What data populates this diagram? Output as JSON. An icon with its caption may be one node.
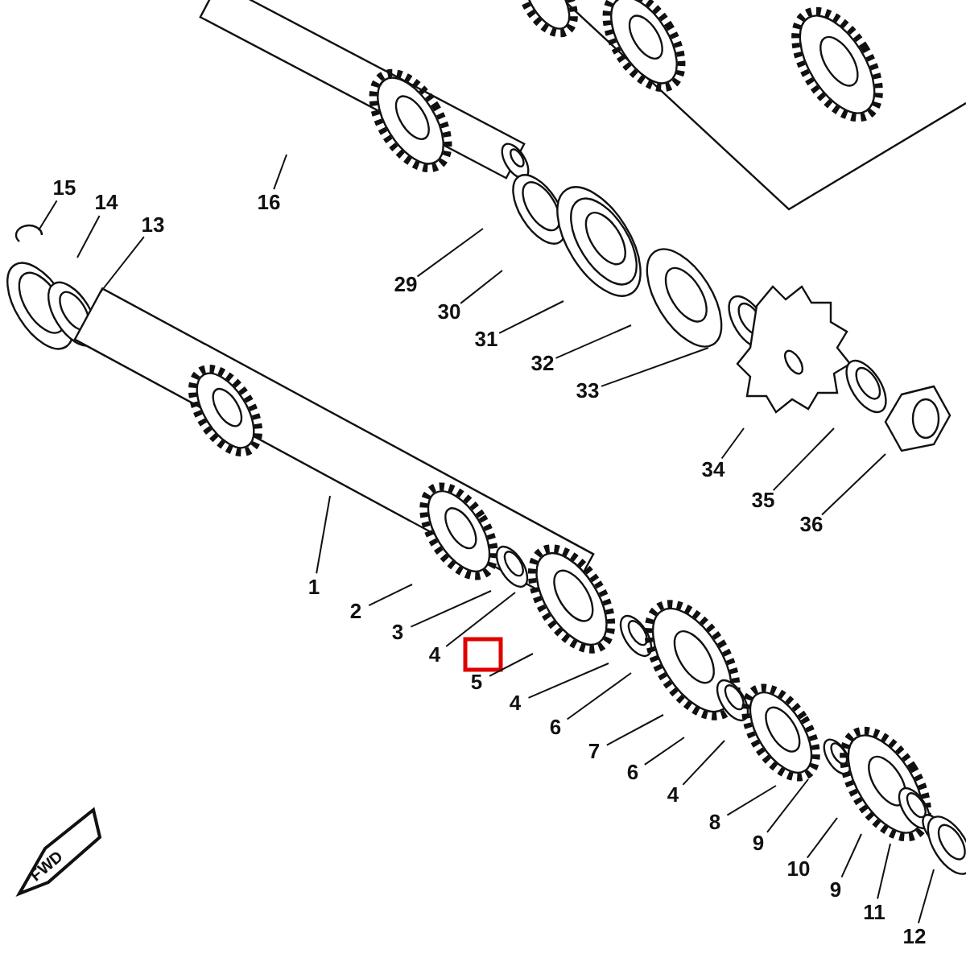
{
  "diagram": {
    "nodes": [
      {
        "text": [
          "15"
        ]
      },
      {
        "text": [
          "14"
        ]
      },
      {
        "text": [
          "13"
        ]
      },
      {
        "text": [
          "16"
        ]
      },
      {
        "text": [
          "29"
        ]
      },
      {
        "text": [
          "30"
        ]
      },
      {
        "text": [
          "31"
        ]
      },
      {
        "text": [
          "32"
        ]
      },
      {
        "text": [
          "33"
        ]
      },
      {
        "text": [
          "34"
        ]
      },
      {
        "text": [
          "35"
        ]
      },
      {
        "text": [
          "36"
        ]
      },
      {
        "text": [
          "1"
        ]
      },
      {
        "text": [
          "2"
        ]
      },
      {
        "text": [
          "3"
        ]
      },
      {
        "text": [
          "4"
        ]
      },
      {
        "text": [
          "5"
        ]
      },
      {
        "text": [
          "4"
        ]
      },
      {
        "text": [
          "6"
        ]
      },
      {
        "text": [
          "7"
        ]
      },
      {
        "text": [
          "6"
        ]
      },
      {
        "text": [
          "4"
        ]
      },
      {
        "text": [
          "8"
        ]
      },
      {
        "text": [
          "9"
        ]
      },
      {
        "text": [
          "10"
        ]
      },
      {
        "text": [
          "9"
        ]
      },
      {
        "text": [
          "11"
        ]
      },
      {
        "text": [
          "12"
        ]
      }
    ],
    "edges": [
      {
        "from": 0,
        "to": null,
        "arrow": "none"
      },
      {
        "from": 1,
        "to": null,
        "arrow": "none"
      },
      {
        "from": 2,
        "to": null,
        "arrow": "none"
      },
      {
        "from": 3,
        "to": null,
        "arrow": "none"
      },
      {
        "from": 4,
        "to": null,
        "arrow": "none"
      },
      {
        "from": 5,
        "to": null,
        "arrow": "none"
      },
      {
        "from": 6,
        "to": null,
        "arrow": "none"
      },
      {
        "from": 7,
        "to": null,
        "arrow": "none"
      },
      {
        "from": 8,
        "to": null,
        "arrow": "none"
      },
      {
        "from": 9,
        "to": null,
        "arrow": "none"
      },
      {
        "from": 10,
        "to": null,
        "arrow": "none"
      },
      {
        "from": 11,
        "to": null,
        "arrow": "none"
      },
      {
        "from": 12,
        "to": null,
        "arrow": "none"
      },
      {
        "from": 13,
        "to": null,
        "arrow": "none"
      },
      {
        "from": 14,
        "to": null,
        "arrow": "none"
      },
      {
        "from": 15,
        "to": null,
        "arrow": "none"
      },
      {
        "from": 16,
        "to": null,
        "arrow": "none"
      },
      {
        "from": 17,
        "to": null,
        "arrow": "none"
      },
      {
        "from": 18,
        "to": null,
        "arrow": "none"
      },
      {
        "from": 19,
        "to": null,
        "arrow": "none"
      },
      {
        "from": 20,
        "to": null,
        "arrow": "none"
      },
      {
        "from": 21,
        "to": null,
        "arrow": "none"
      },
      {
        "from": 22,
        "to": null,
        "arrow": "none"
      },
      {
        "from": 23,
        "to": null,
        "arrow": "none"
      },
      {
        "from": 24,
        "to": null,
        "arrow": "none"
      },
      {
        "from": 25,
        "to": null,
        "arrow": "none"
      },
      {
        "from": 26,
        "to": null,
        "arrow": "none"
      },
      {
        "from": 27,
        "to": null,
        "arrow": "none"
      }
    ],
    "labels": [
      "FWD"
    ]
  }
}
